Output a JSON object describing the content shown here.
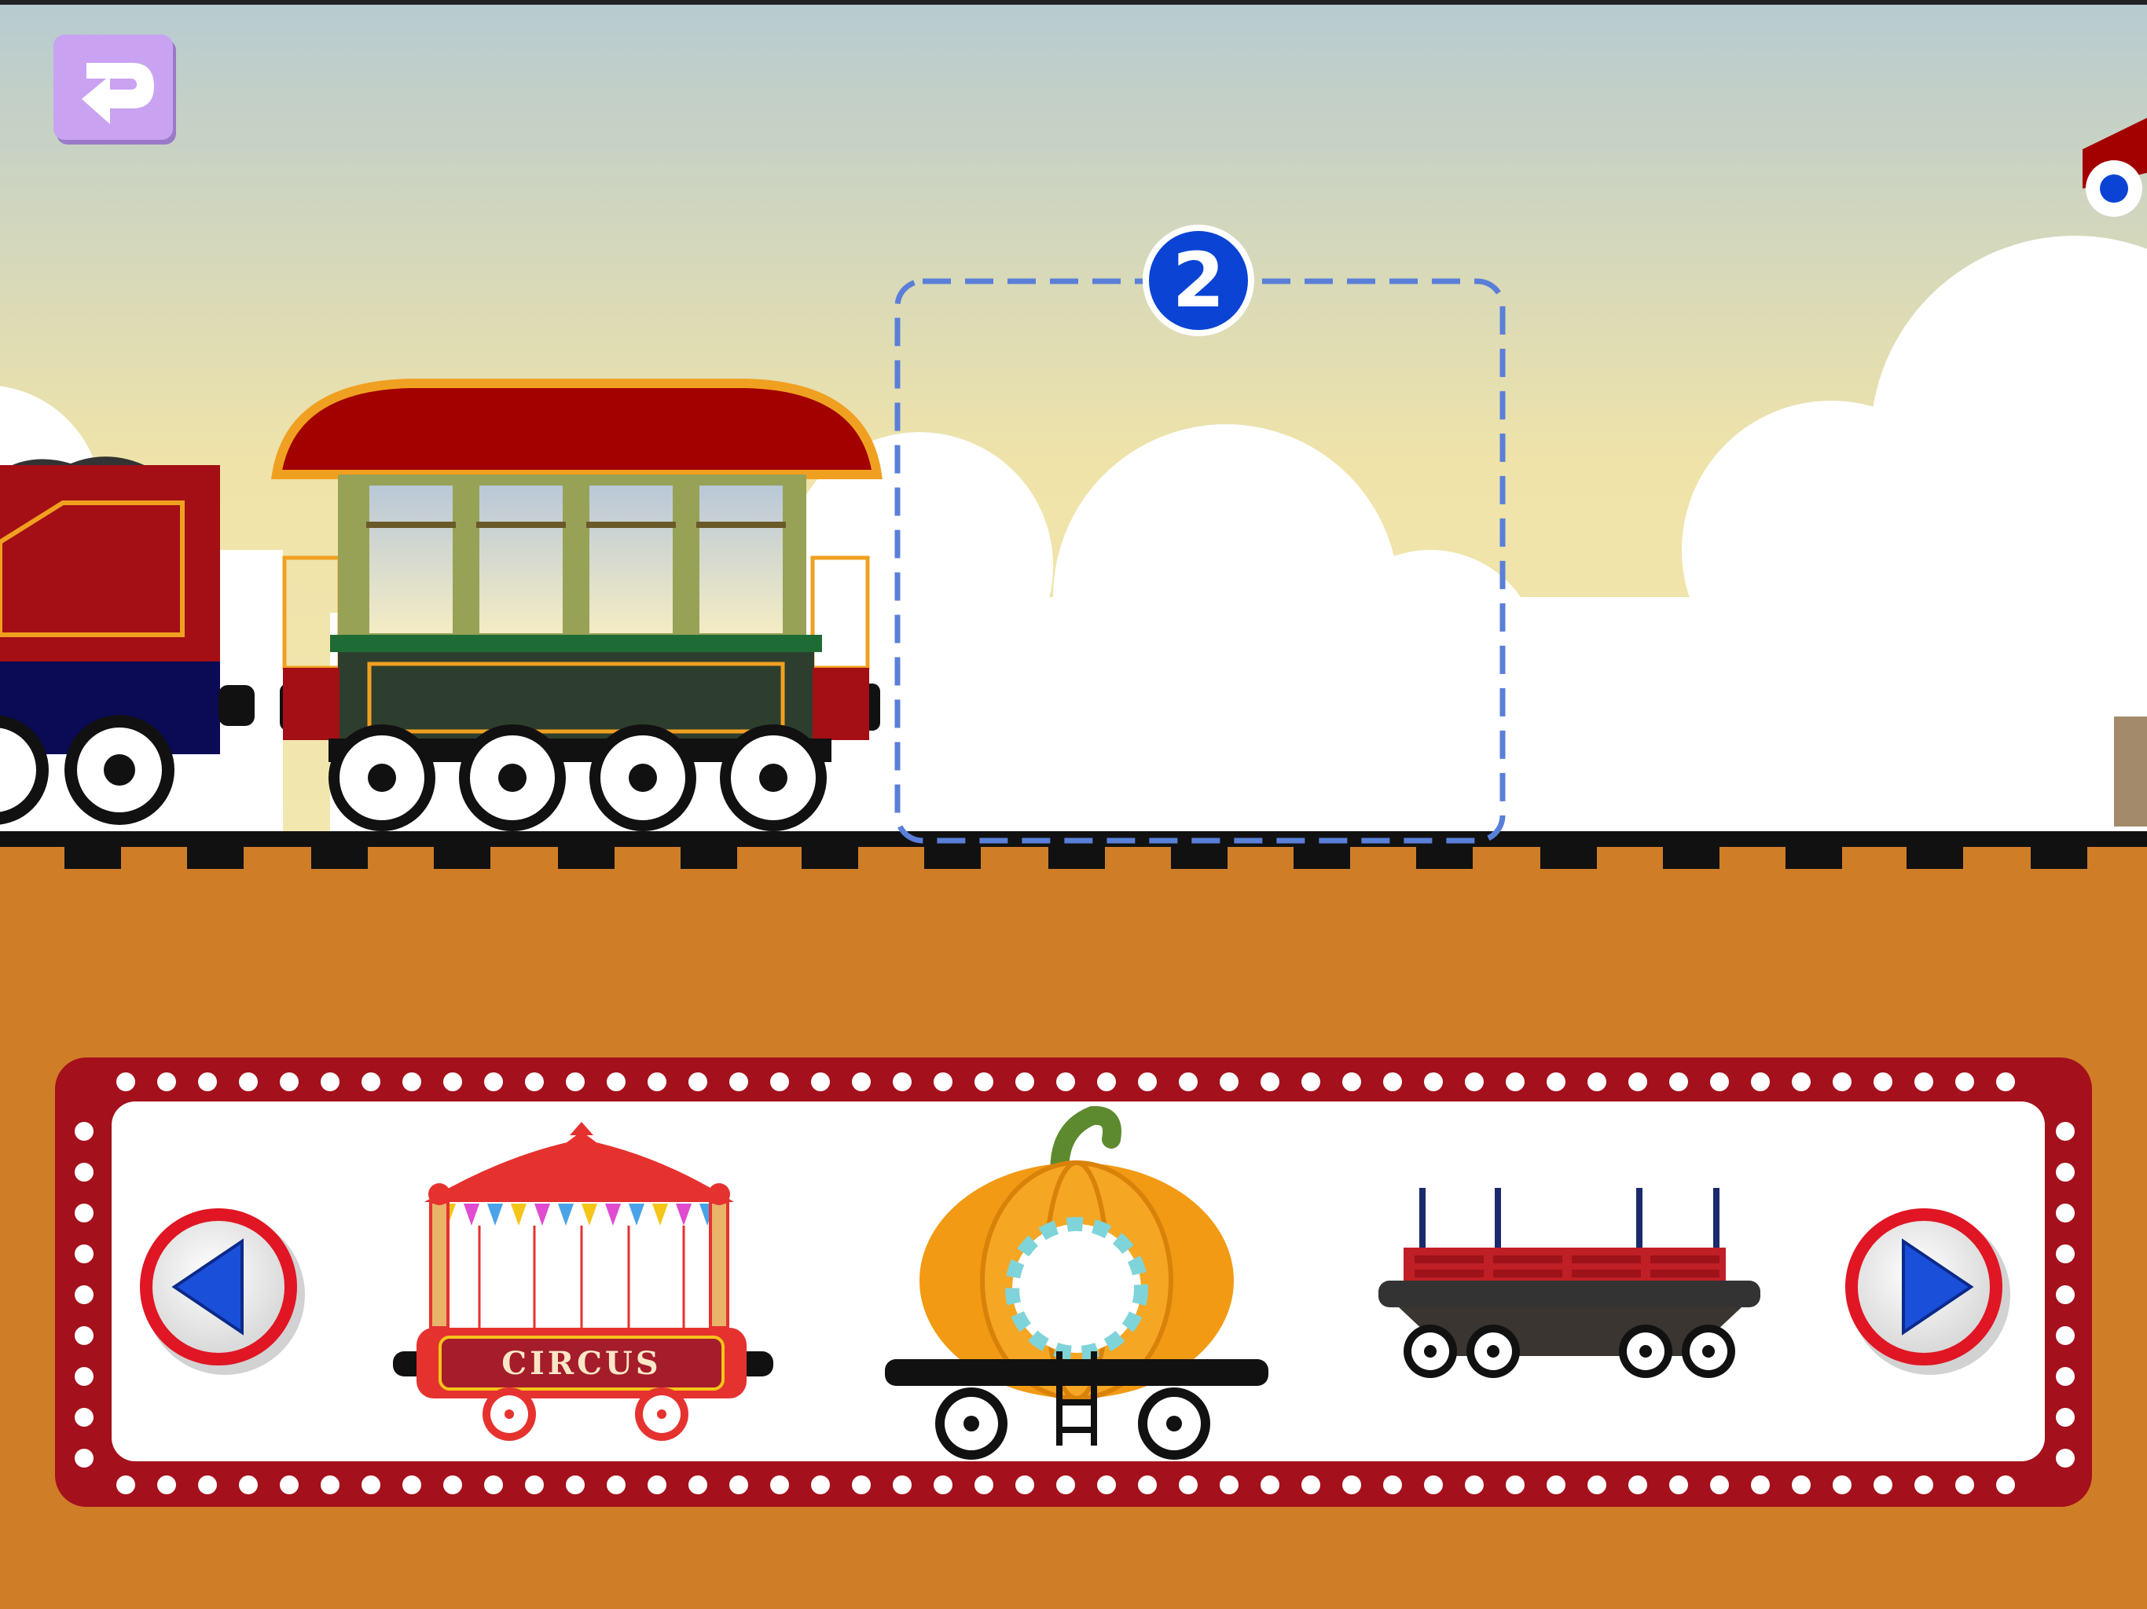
{
  "game": {
    "slot_number": "2",
    "cars": [
      {
        "kind": "circus-car",
        "label": "CIRCUS"
      },
      {
        "kind": "pumpkin-car",
        "label": ""
      },
      {
        "kind": "flatbed-car",
        "label": ""
      }
    ]
  },
  "colors": {
    "sky_top": "#b7cbd0",
    "sky_bottom": "#efe3a9",
    "ground": "#d07d27",
    "panel_red": "#a4101b",
    "slot_blue": "#0b44d4",
    "back_button": "#c9a3f2"
  },
  "icons": {
    "back": "return-arrow-icon",
    "prev": "triangle-left-icon",
    "next": "triangle-right-icon"
  }
}
